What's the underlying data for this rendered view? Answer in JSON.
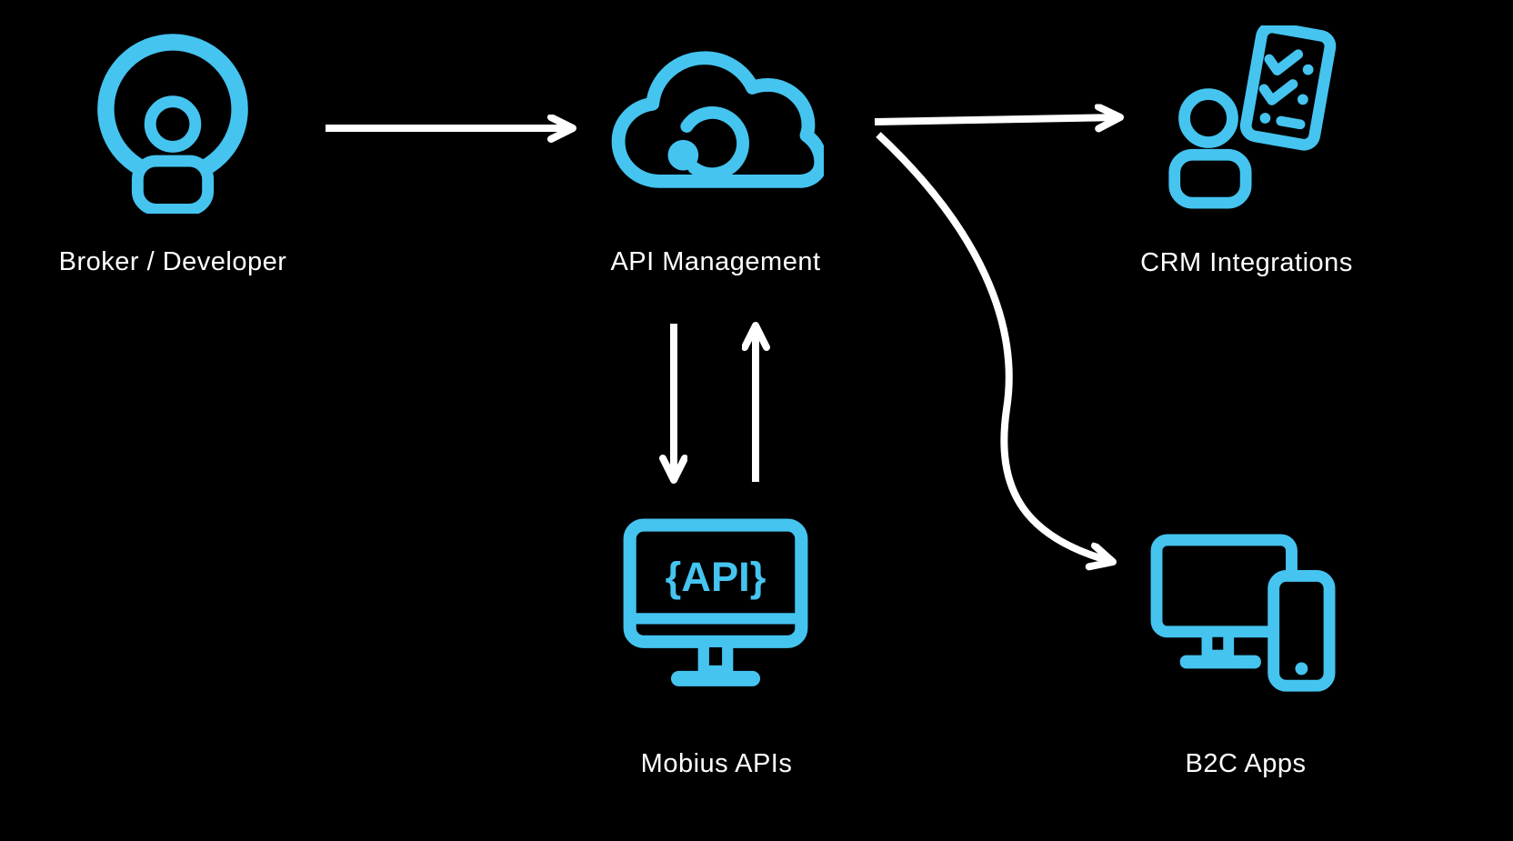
{
  "diagram": {
    "title": "API flow diagram",
    "background_color": "#000000",
    "accent_color": "#45C4F0",
    "arrow_color": "#FFFFFF",
    "nodes": [
      {
        "id": "broker",
        "label": "Broker / Developer",
        "icon": "person-in-circle-icon"
      },
      {
        "id": "api-management",
        "label": "API Management",
        "icon": "cloud-api-icon"
      },
      {
        "id": "crm",
        "label": "CRM Integrations",
        "icon": "person-checklist-icon"
      },
      {
        "id": "mobius",
        "label": "Mobius APIs",
        "icon": "monitor-api-icon",
        "screen_text": "{API}"
      },
      {
        "id": "b2c",
        "label": "B2C Apps",
        "icon": "monitor-phone-icon"
      }
    ],
    "edges": [
      {
        "from": "broker",
        "to": "api-management",
        "style": "straight"
      },
      {
        "from": "api-management",
        "to": "crm",
        "style": "straight"
      },
      {
        "from": "api-management",
        "to": "mobius",
        "style": "straight-down"
      },
      {
        "from": "mobius",
        "to": "api-management",
        "style": "straight-up"
      },
      {
        "from": "api-management",
        "to": "b2c",
        "style": "curved"
      }
    ]
  }
}
